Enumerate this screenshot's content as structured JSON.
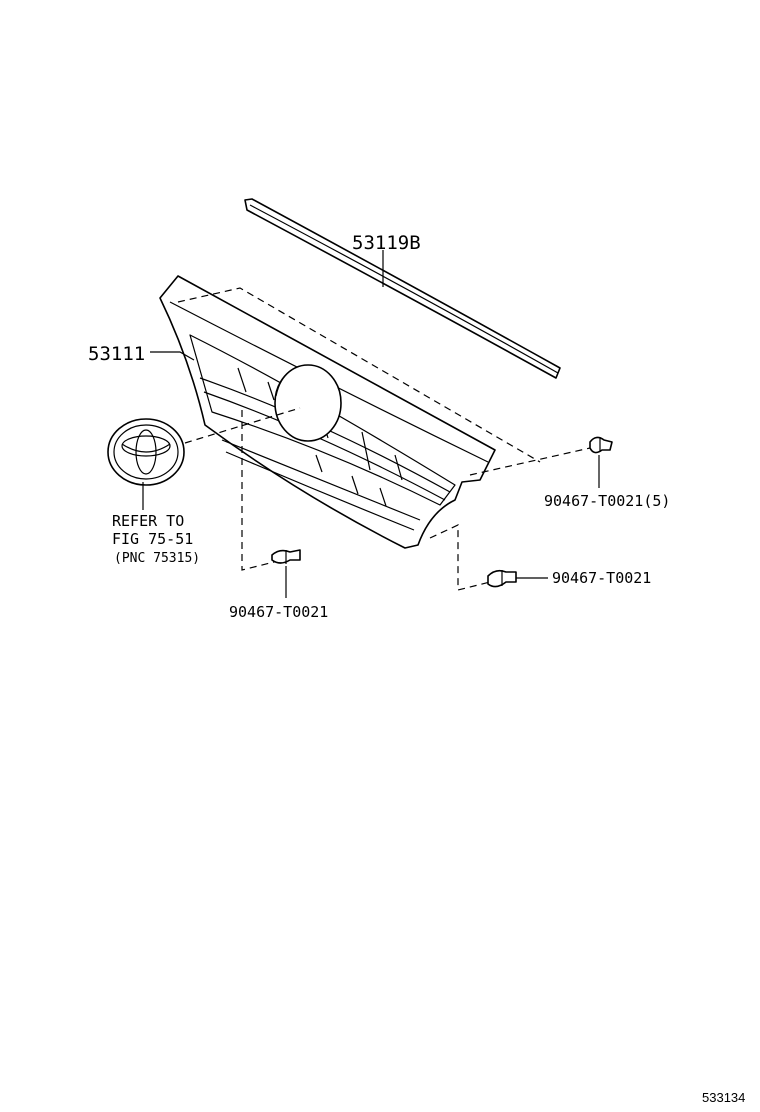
{
  "callouts": {
    "molding": "53119B",
    "grille": "53111",
    "clip_right": "90467-T0021(5)",
    "clip_lower_right": "90467-T0021",
    "clip_lower_left": "90467-T0021"
  },
  "emblem_note": {
    "line1": "REFER TO",
    "line2": "FIG 75-51",
    "line3": "(PNC 75315)"
  },
  "diagram_id": "533134"
}
